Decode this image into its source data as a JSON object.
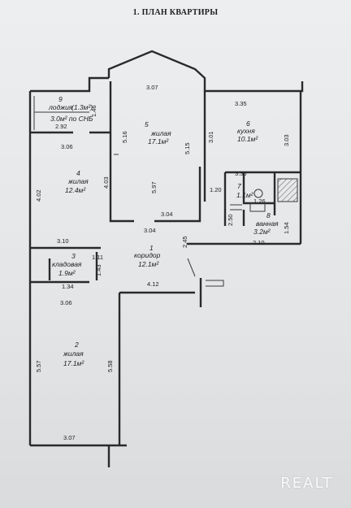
{
  "title": "1. ПЛАН КВАРТИРЫ",
  "rooms": {
    "loggia": {
      "num": "9",
      "name": "лоджия",
      "area": "(1.3м²)",
      "note": "3.0м² по СНБ"
    },
    "living_top": {
      "num": "5",
      "name": "жилая",
      "area": "17.1м²"
    },
    "kitchen": {
      "num": "6",
      "name": "кухня",
      "area": "10.1м²"
    },
    "bedroom_left": {
      "num": "4",
      "name": "жилая",
      "area": "12.4м²"
    },
    "wc": {
      "num": "7",
      "area": "1.1м²"
    },
    "bathroom": {
      "num": "8",
      "name": "ванная",
      "area": "3.2м²"
    },
    "corridor": {
      "num": "1",
      "name": "коридор",
      "area": "12.1м²"
    },
    "pantry": {
      "num": "3",
      "name": "кладовая",
      "area": "1.9м²"
    },
    "living_bottom": {
      "num": "2",
      "name": "жилая",
      "area": "17.1м²"
    }
  },
  "dims": {
    "d_307_top": "3.07",
    "d_335": "3.35",
    "d_146": "1.46",
    "d_292": "2.92",
    "d_306_a": "3.06",
    "d_516": "5.16",
    "d_515": "5.15",
    "d_301": "3.01",
    "d_303": "3.03",
    "d_402": "4.02",
    "d_403": "4.03",
    "d_597": "5.97",
    "d_120": "1.20",
    "d_336": "3.36",
    "d_126": "1.26",
    "d_250": "2.50",
    "d_154": "1.54",
    "d_304_a": "3.04",
    "d_304_b": "3.04",
    "d_210": "2.10",
    "d_245": "2.45",
    "d_310": "3.10",
    "d_111": "1.11",
    "d_143": "1.43",
    "d_134": "1.34",
    "d_412": "4.12",
    "d_306_b": "3.06",
    "d_557": "5.57",
    "d_558": "5.58",
    "d_307_bottom": "3.07"
  },
  "watermark": "REALT"
}
